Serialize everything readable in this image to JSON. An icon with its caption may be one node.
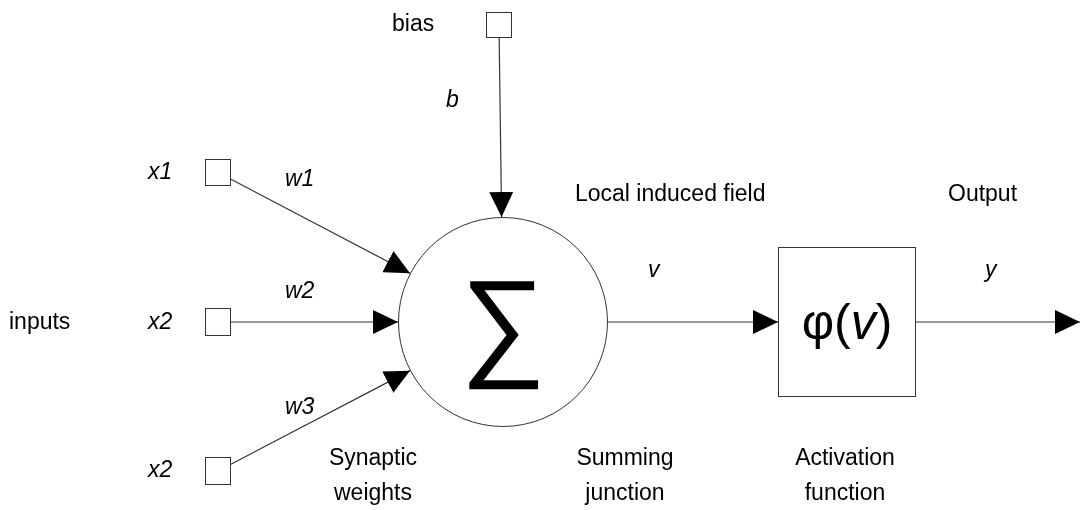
{
  "diagram": {
    "nodes": [
      {
        "text": [],
        "shape": "box",
        "beside": [
          "bias"
        ]
      },
      {
        "text": [],
        "shape": "box",
        "beside": [
          "x1"
        ]
      },
      {
        "text": [],
        "shape": "box",
        "beside": [
          "x2"
        ]
      },
      {
        "text": [],
        "shape": "box",
        "beside": [
          "x2"
        ]
      },
      {
        "text": [
          "∑"
        ]
      },
      {
        "text": [
          "φ(*v*)"
        ]
      }
    ],
    "edges": [
      {
        "from": 0,
        "to": 4,
        "arrow": "to",
        "label": "b"
      },
      {
        "from": 1,
        "to": 4,
        "arrow": "to",
        "label": "w1"
      },
      {
        "from": 2,
        "to": 4,
        "arrow": "to",
        "label": "w2"
      },
      {
        "from": 3,
        "to": 4,
        "arrow": "to",
        "label": "w3"
      },
      {
        "from": 4,
        "to": 5,
        "arrow": "to",
        "label": "v"
      },
      {
        "from": 5,
        "to": null,
        "arrow": "to",
        "label": "y"
      }
    ],
    "labels": [
      "Local induced field",
      "Output",
      "inputs",
      "Synaptic weights",
      "Summing junction",
      "Activation function"
    ]
  }
}
